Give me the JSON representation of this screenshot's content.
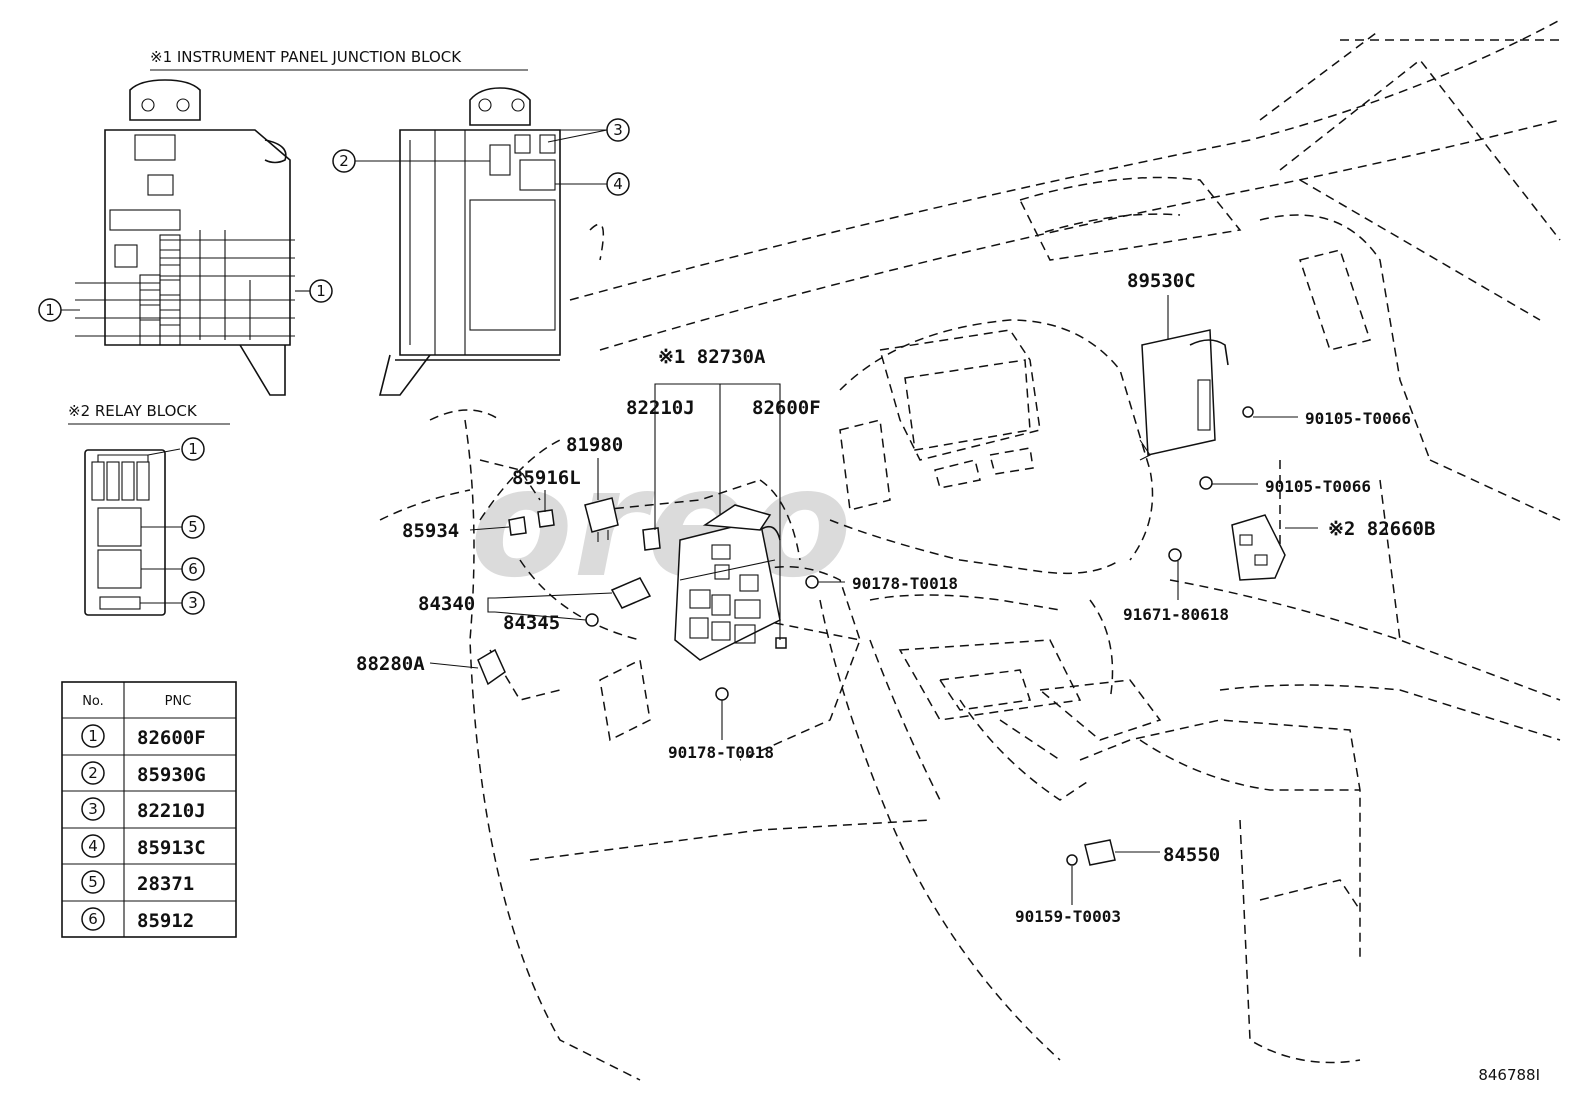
{
  "diagram": {
    "junction_block_title": "※1 INSTRUMENT PANEL JUNCTION BLOCK",
    "relay_block_title": "※2 RELAY BLOCK",
    "watermark": "oreo",
    "figure_id": "846788I",
    "callouts": {
      "n1": "1",
      "n2": "2",
      "n3": "3",
      "n4": "4",
      "n5": "5",
      "n6": "6"
    },
    "labels": {
      "p82730A": "※1 82730A",
      "p82210J": "82210J",
      "p82600F": "82600F",
      "p81980": "81980",
      "p85916L": "85916L",
      "p85934": "85934",
      "p84340": "84340",
      "p84345": "84345",
      "p88280A": "88280A",
      "p89530C": "89530C",
      "p90105a": "90105-T0066",
      "p90105b": "90105-T0066",
      "p82660B": "※2 82660B",
      "p90178a": "90178-T0018",
      "p90178b": "90178-T0018",
      "p91671": "91671-80618",
      "p84550": "84550",
      "p90159": "90159-T0003"
    },
    "table": {
      "headers": [
        "No.",
        "PNC"
      ],
      "rows": [
        {
          "no": "1",
          "pnc": "82600F"
        },
        {
          "no": "2",
          "pnc": "85930G"
        },
        {
          "no": "3",
          "pnc": "82210J"
        },
        {
          "no": "4",
          "pnc": "85913C"
        },
        {
          "no": "5",
          "pnc": "28371"
        },
        {
          "no": "6",
          "pnc": "85912"
        }
      ]
    }
  }
}
